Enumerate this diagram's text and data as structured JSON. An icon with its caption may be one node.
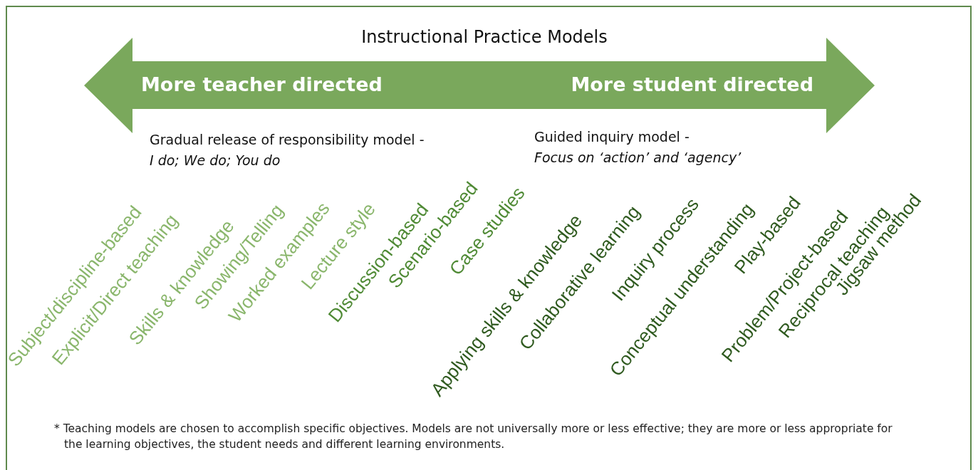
{
  "diagram": {
    "title": "Instructional Practice Models",
    "caption": "* Teaching models are chosen to accomplish specific objectives. Models are not universally more or less effective; they are more or less appropriate for the learning objectives, the student needs and different learning environments.",
    "nodes": [
      {
        "text": [
          "More teacher directed",
          "More student directed"
        ]
      }
    ],
    "edges": [],
    "labels": [
      "Gradual release of responsibility model -",
      "I do; We do; You do",
      "Guided inquiry model -",
      "Focus on ‘action’ and ‘agency’",
      "Subject/discipline-based",
      "Explicit/Direct teaching",
      "Skills & knowledge",
      "Showing/Telling",
      "Worked examples",
      "Lecture style",
      "Discussion-based",
      "Scenario-based",
      "Case studies",
      "Applying skills & knowledge",
      "Collaborative learning",
      "Inquiry process",
      "Conceptual understanding",
      "Play-based",
      "Problem/Project-based",
      "Reciprocal teaching",
      "Jigsaw method"
    ]
  }
}
